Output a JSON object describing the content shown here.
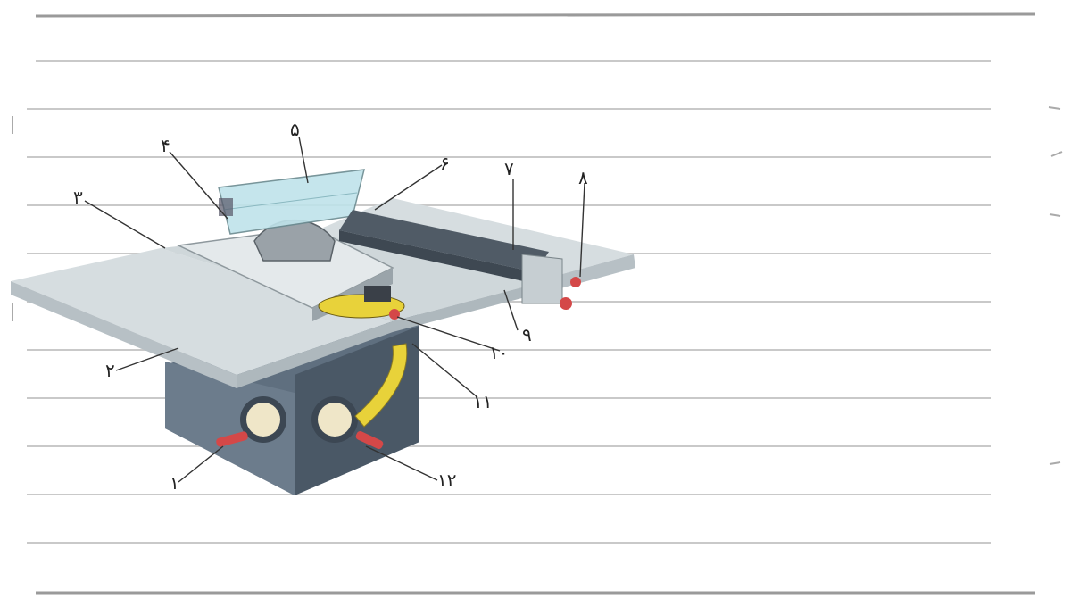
{
  "labels": {
    "l1": "۱",
    "l2": "۲",
    "l3": "۳",
    "l4": "۴",
    "l5": "۵",
    "l6": "۶",
    "l7": "۷",
    "l8": "۸",
    "l9": "۹",
    "l10": "۱۰",
    "l11": "۱۱",
    "l12": "۱۲"
  },
  "colors": {
    "paper": "#ffffff",
    "ruled_line": "#c9c9c9",
    "table_top": "#d6dde0",
    "table_edge": "#b7c0c5",
    "cabinet": "#5f6f7f",
    "cabinet_dark": "#4a5866",
    "fence": "#505b66",
    "guard": "#bfe3ea",
    "blade": "#9aa2a8",
    "handle": "#d44848",
    "scale": "#e8d23a",
    "leader": "#333333"
  }
}
